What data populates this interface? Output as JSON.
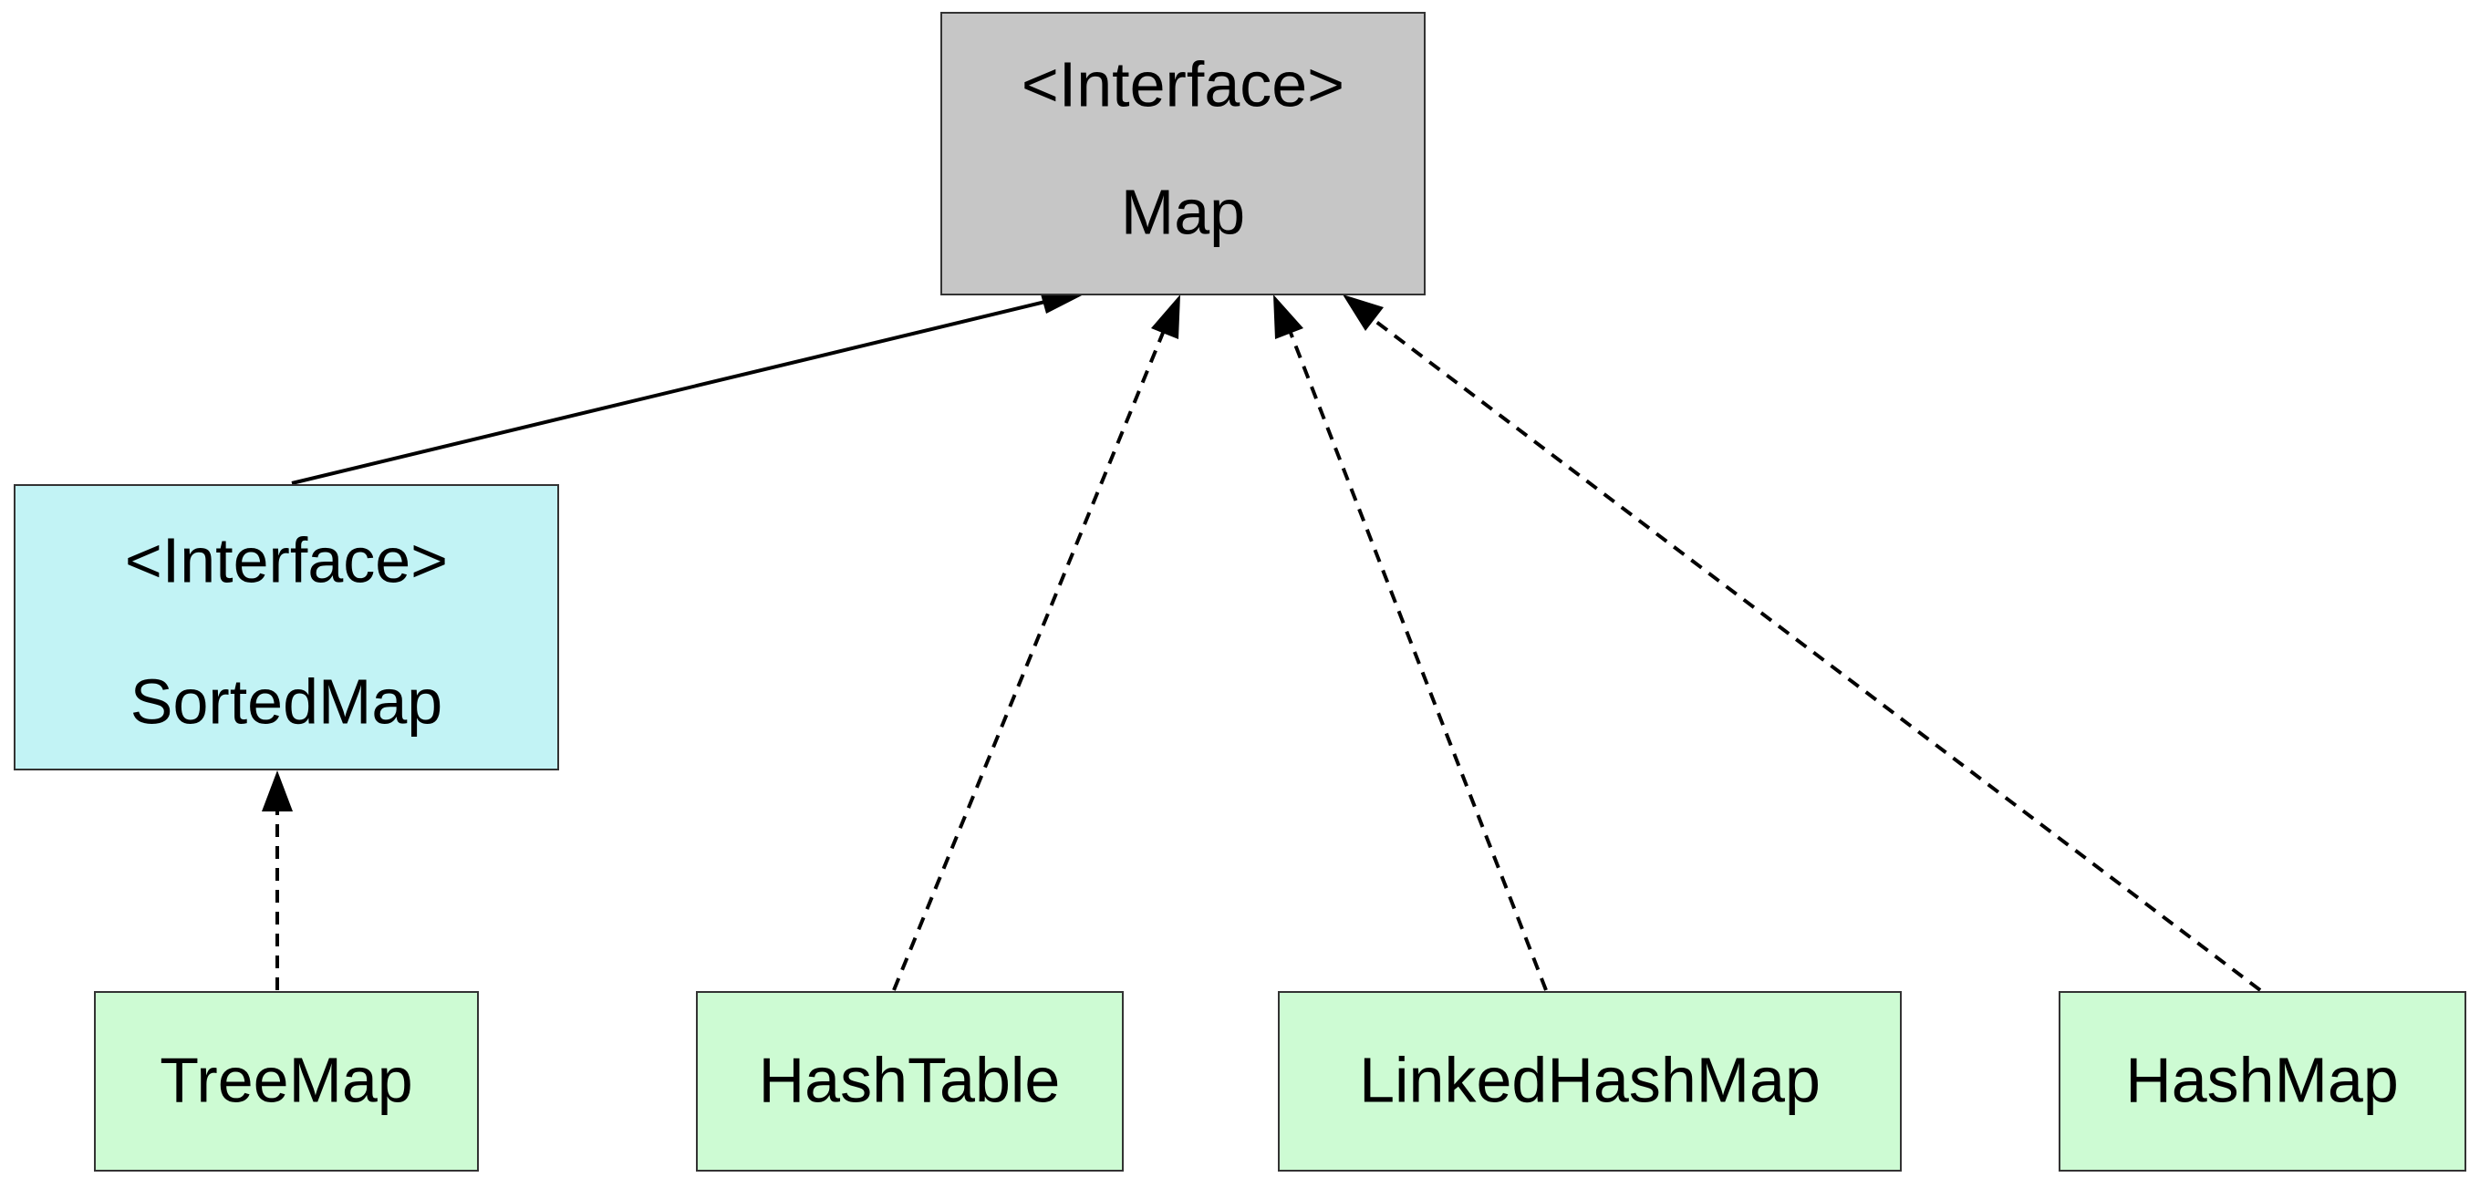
{
  "colors": {
    "interface_root": "#c6c6c6",
    "interface_sub": "#c2f3f5",
    "implementation": "#cdfbd3",
    "border": "#333333",
    "edge": "#000000"
  },
  "nodes": {
    "map": {
      "stereotype": "<Interface>",
      "name": "Map"
    },
    "sorted_map": {
      "stereotype": "<Interface>",
      "name": "SortedMap"
    },
    "tree_map": {
      "name": "TreeMap"
    },
    "hash_table": {
      "name": "HashTable"
    },
    "linked_hash_map": {
      "name": "LinkedHashMap"
    },
    "hash_map": {
      "name": "HashMap"
    }
  },
  "edges": [
    {
      "from": "sorted_map",
      "to": "map",
      "style": "solid"
    },
    {
      "from": "hash_table",
      "to": "map",
      "style": "dashed"
    },
    {
      "from": "linked_hash_map",
      "to": "map",
      "style": "dashed"
    },
    {
      "from": "hash_map",
      "to": "map",
      "style": "dashed"
    },
    {
      "from": "tree_map",
      "to": "sorted_map",
      "style": "dashed"
    }
  ]
}
